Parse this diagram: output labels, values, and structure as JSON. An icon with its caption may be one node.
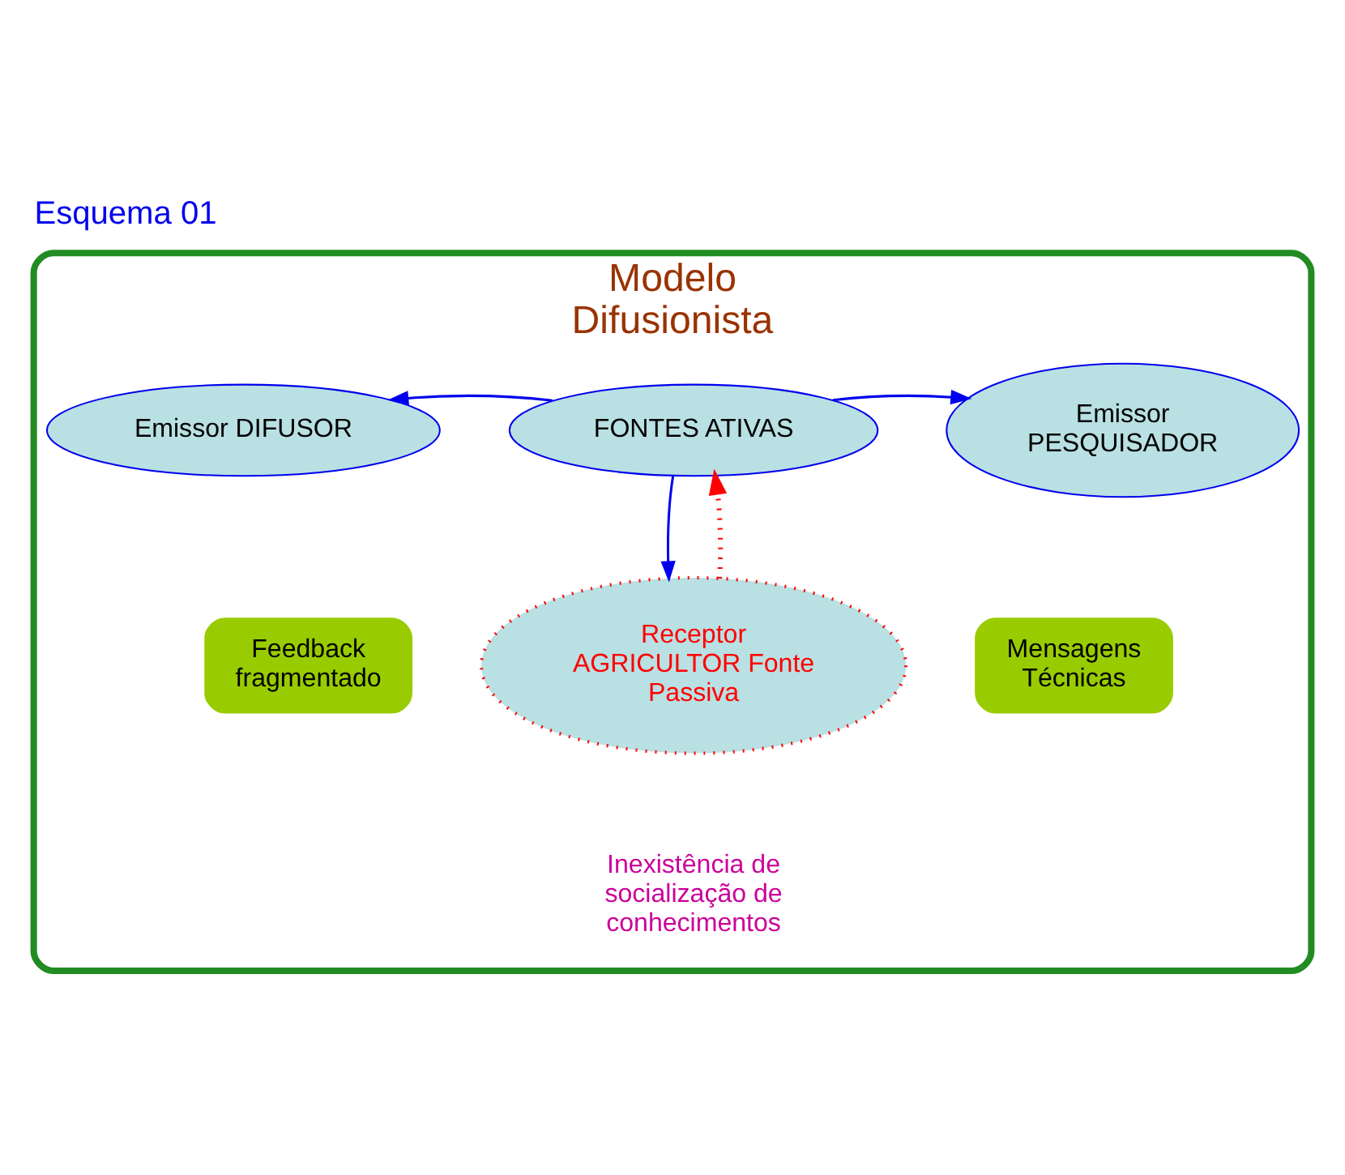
{
  "diagram": {
    "title": "Esquema 01",
    "nodes": [
      {
        "text": [
          "Modelo Difusionista"
        ]
      },
      {
        "text": [
          "FONTES ATIVAS"
        ],
        "in": 0
      },
      {
        "text": [
          "Emissor DIFUSOR"
        ],
        "in": 0
      },
      {
        "text": [
          "Emissor PESQUISADOR"
        ],
        "in": 0
      },
      {
        "text": [
          "Receptor AGRICULTOR Fonte Passiva"
        ],
        "in": 0
      },
      {
        "text": [
          "Feedback fragmentado"
        ],
        "in": 0
      },
      {
        "text": [
          "Mensagens Técnicas"
        ],
        "in": 0
      }
    ],
    "edges": [
      {
        "from": 1,
        "to": 2,
        "arrow": "to"
      },
      {
        "from": 1,
        "to": 3,
        "arrow": "to"
      },
      {
        "from": 1,
        "to": 4,
        "arrow": "to"
      },
      {
        "from": 4,
        "to": 1,
        "arrow": "to",
        "style": "dashed",
        "color": "#ff0000"
      }
    ],
    "labels": [
      "Inexistência de socialização de conhecimentos"
    ]
  }
}
